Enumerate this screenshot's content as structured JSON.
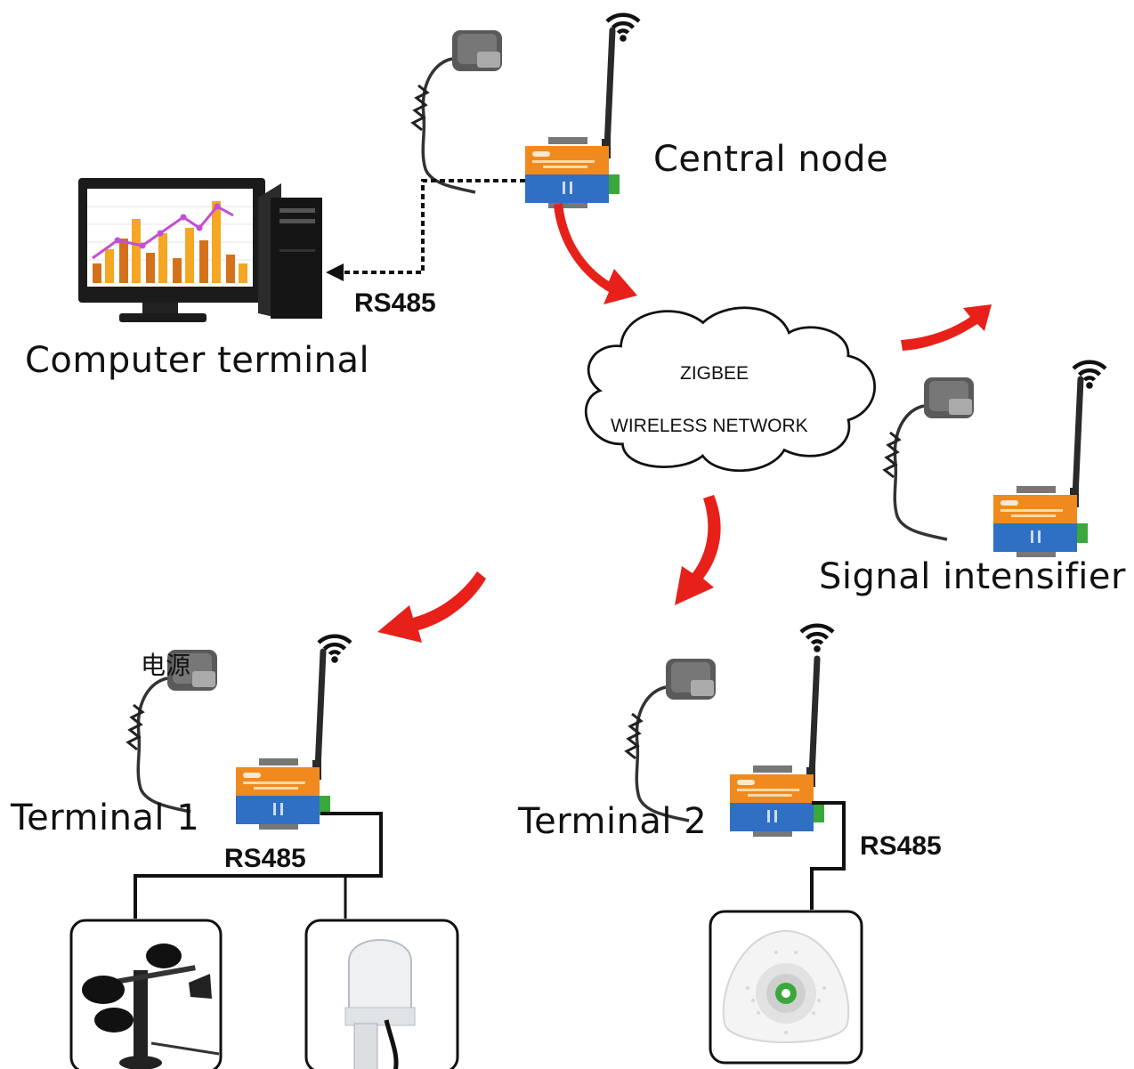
{
  "labels": {
    "central_node": "Central node",
    "computer_terminal": "Computer terminal",
    "signal_intensifier": "Signal intensifier",
    "terminal_1": "Terminal 1",
    "terminal_2": "Terminal 2",
    "power": "电源",
    "rs485": "RS485"
  },
  "cloud": {
    "line1": "ZIGBEE",
    "line2": "WIRELESS NETWORK"
  },
  "colors": {
    "arrow_red": "#e8201a",
    "module_orange": "#f08a1e",
    "module_blue": "#2f6fc4",
    "terminal_green": "#3aa83a",
    "chart_orange": "#f5a623",
    "chart_dark_orange": "#d4721c",
    "chart_line": "#c24fd6"
  },
  "icons": {
    "wifi": "wifi-icon",
    "router": "zigbee-module-icon",
    "adapter": "power-adapter-icon",
    "computer": "desktop-computer-icon",
    "anemometer": "anemometer-icon",
    "sensor": "sensor-icon",
    "air_sensor": "air-quality-sensor-icon"
  }
}
